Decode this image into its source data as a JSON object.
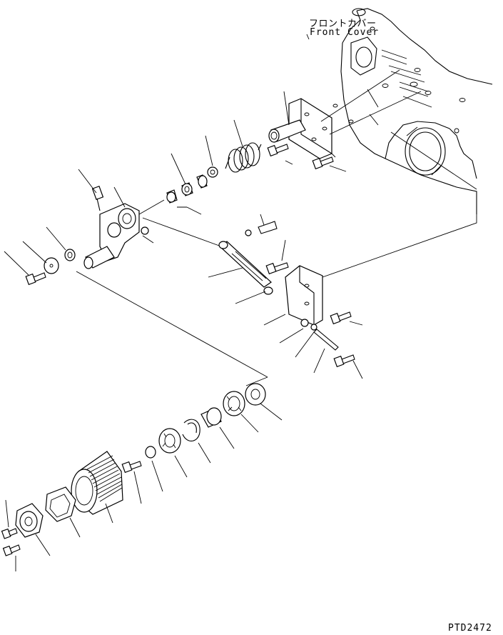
{
  "labels": {
    "front_cover_jp": "フロントカバー",
    "front_cover_en": "Front Cover",
    "drawing_number": "PTD2472"
  }
}
